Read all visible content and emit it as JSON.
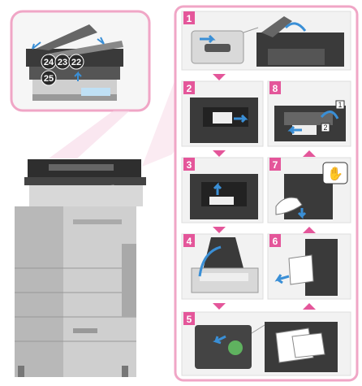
{
  "colors": {
    "accent_pink": "#e4569a",
    "frame_pink": "#f0a6c6",
    "panel_bg": "#f2f2f2",
    "machine_dark": "#2e2e2e",
    "machine_grey": "#b8b8b8",
    "arrow_blue": "#3a8fd6",
    "green_knob": "#5fb25f"
  },
  "inset": {
    "labels": [
      "24",
      "23",
      "22",
      "25"
    ]
  },
  "steps": [
    {
      "number": "1"
    },
    {
      "number": "2"
    },
    {
      "number": "3"
    },
    {
      "number": "4"
    },
    {
      "number": "5"
    },
    {
      "number": "6"
    },
    {
      "number": "7"
    },
    {
      "number": "8",
      "sub_labels": [
        "1",
        "2"
      ]
    }
  ],
  "icons": {
    "hand": "hand-stop-icon",
    "arrow": "blue-arrow-icon",
    "flow": "triangle-arrow-icon"
  }
}
